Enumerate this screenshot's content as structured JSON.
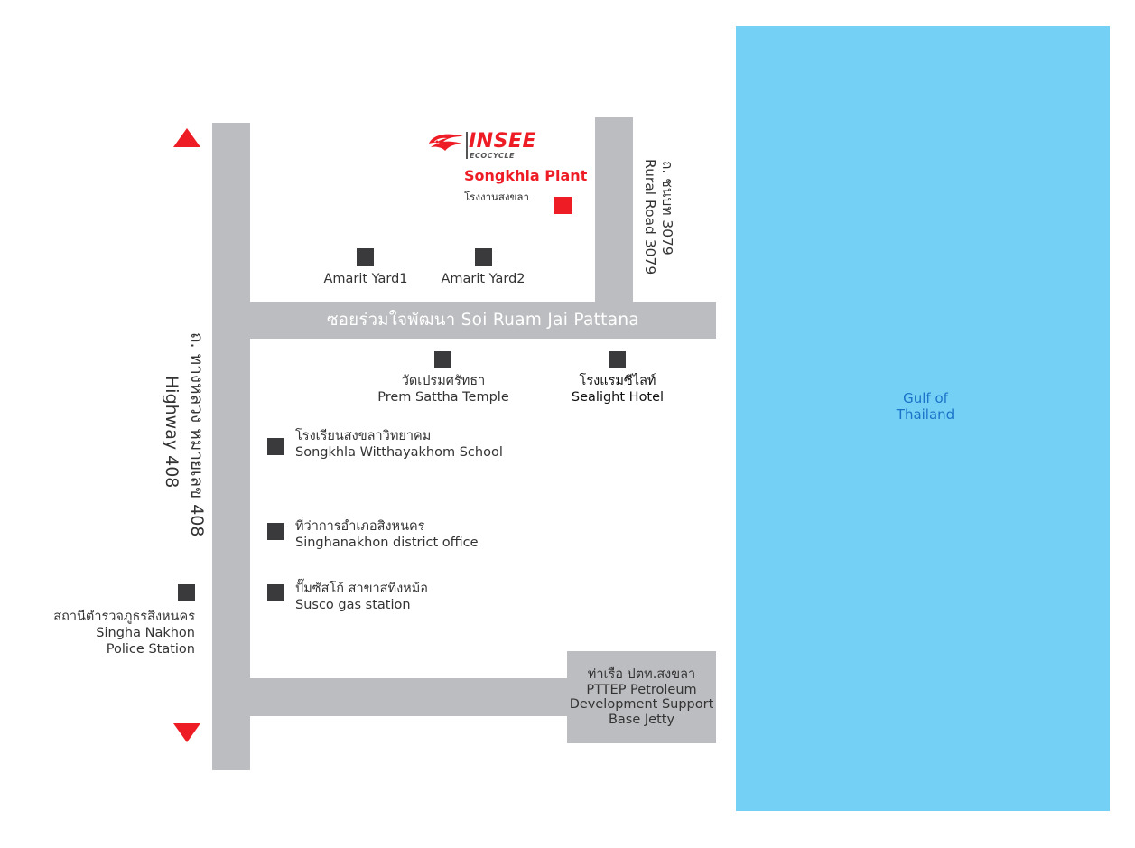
{
  "brand": {
    "logo_name": "INSEE",
    "logo_sub": "ECOCYCLE",
    "plant_title": "Songkhla Plant",
    "plant_subtitle": "โรงงานสงขลา"
  },
  "roads": {
    "soi": "ซอยร่วมใจพัฒนา Soi Ruam Jai Pattana",
    "highway_th": "ถ. ทางหลวง หมายเลข 408",
    "highway_en": "Highway 408",
    "rural_th": "ถ. ชนบท 3079",
    "rural_en": "Rural Road  3079"
  },
  "places": {
    "amarit1": "Amarit Yard1",
    "amarit2": "Amarit Yard2",
    "temple": [
      "วัดเปรมศรัทธา",
      "Prem Sattha Temple"
    ],
    "hotel": [
      "โรงแรมซีไลท์",
      "Sealight Hotel"
    ],
    "school": [
      "โรงเรียนสงขลาวิทยาคม",
      "Songkhla Witthayakhom School"
    ],
    "district": [
      "ที่ว่าการอำเภอสิงหนคร",
      "Singhanakhon district office"
    ],
    "gas": [
      "ปั๊มซัสโก้ สาขาสทิงหม้อ",
      "Susco gas station"
    ],
    "police": [
      "สถานีตำรวจภูธรสิงหนคร",
      "Singha Nakhon",
      "Police Station"
    ],
    "jetty": [
      "ท่าเรือ ปตท.สงขลา",
      "PTTEP Petroleum",
      "Development Support",
      "Base Jetty"
    ]
  },
  "sea": [
    "Gulf of",
    "Thailand"
  ],
  "colors": {
    "road": "#bcbdc0",
    "sea": "#75d0f5",
    "accent": "#ee1c25",
    "marker": "#3a3a3c"
  }
}
